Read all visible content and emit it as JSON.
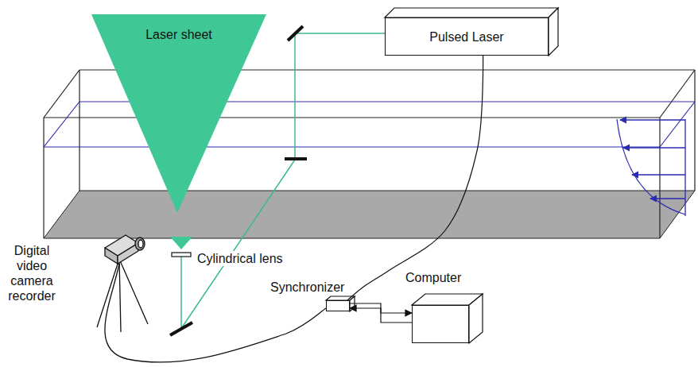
{
  "diagram": {
    "nodes": [
      {
        "text": [
          "Pulsed Laser"
        ]
      },
      {
        "text": [
          "Laser sheet"
        ]
      },
      {
        "text": [
          "Synchronizer"
        ]
      },
      {
        "text": [
          "Computer"
        ]
      }
    ],
    "edges": [
      {
        "from": 2,
        "to": 3,
        "arrow": "to"
      },
      {
        "from": 3,
        "to": 2,
        "arrow": "to"
      },
      {
        "from": 0,
        "to": 2,
        "arrow": "none"
      }
    ],
    "labels": [
      "Digital video camera recorder",
      "Cylindrical lens"
    ]
  }
}
